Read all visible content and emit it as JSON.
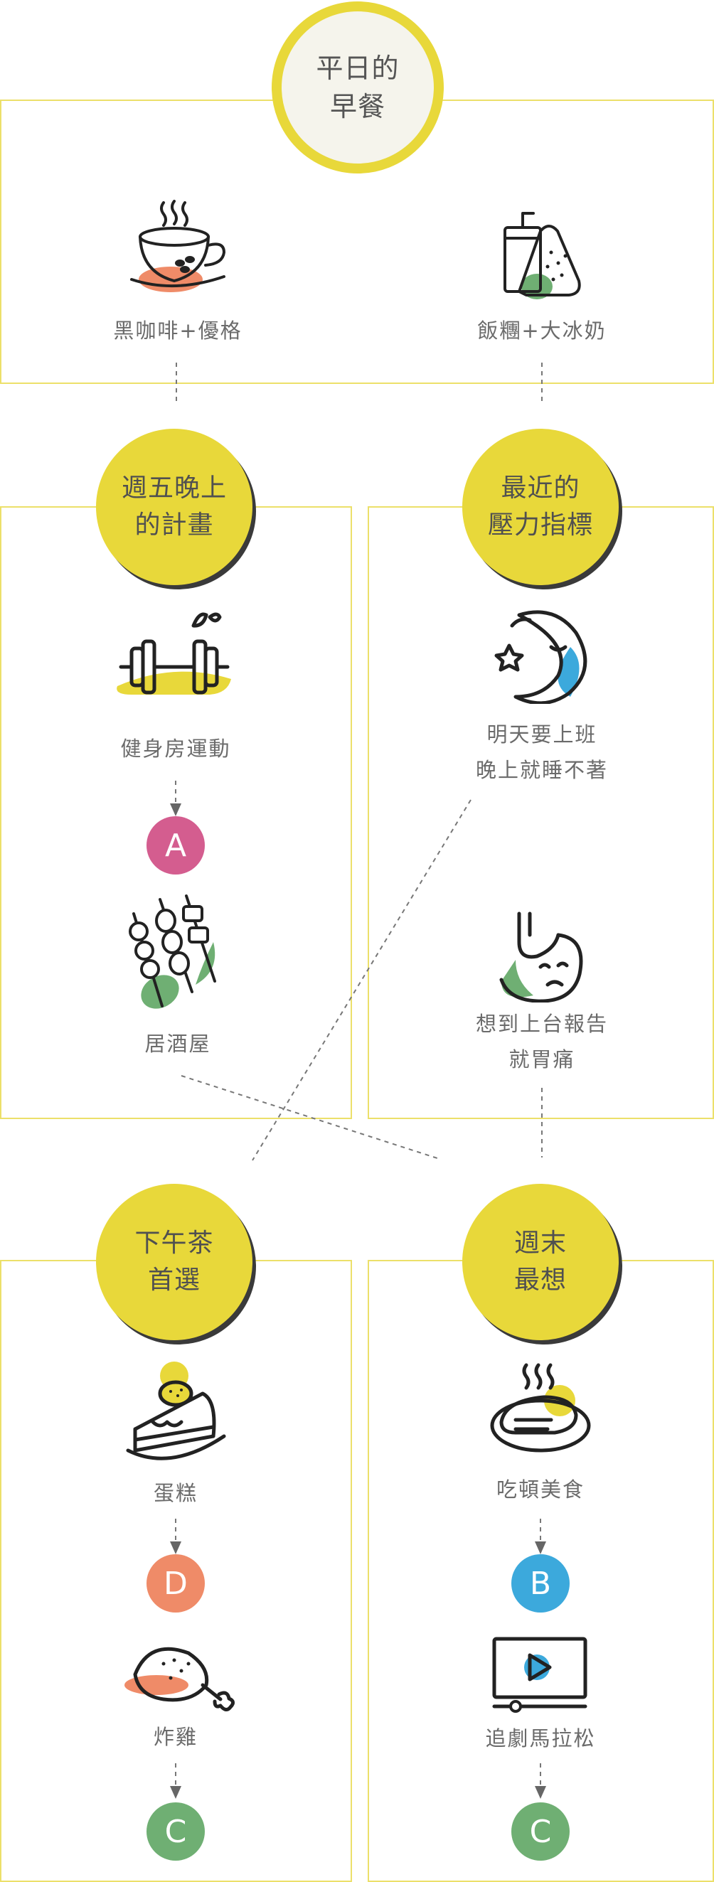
{
  "sections": {
    "weekday_breakfast": {
      "title_line1": "平日的",
      "title_line2": "早餐",
      "left_item": "黑咖啡+優格",
      "right_item": "飯糰+大冰奶"
    },
    "friday_night": {
      "title_line1": "週五晚上",
      "title_line2": "的計畫",
      "item1": "健身房運動",
      "letter": "A",
      "item2": "居酒屋"
    },
    "stress": {
      "title_line1": "最近的",
      "title_line2": "壓力指標",
      "item1_line1": "明天要上班",
      "item1_line2": "晚上就睡不著",
      "item2_line1": "想到上台報告",
      "item2_line2": "就胃痛"
    },
    "afternoon_tea": {
      "title_line1": "下午茶",
      "title_line2": "首選",
      "item1": "蛋糕",
      "letter1": "D",
      "item2": "炸雞",
      "letter2": "C"
    },
    "weekend": {
      "title_line1": "週末",
      "title_line2": "最想",
      "item1": "吃頓美食",
      "letter1": "B",
      "item2": "追劇馬拉松",
      "letter2": "C"
    }
  },
  "colors": {
    "yellow": "#e8d83a",
    "pink": "#d45d8f",
    "orange": "#ef8b68",
    "blue": "#3ca9dc",
    "green": "#6faf73"
  },
  "icons": [
    "coffee-cup-icon",
    "rice-ball-milk-tea-icon",
    "dumbbell-icon",
    "skewers-icon",
    "moon-sleep-icon",
    "stomach-icon",
    "cake-icon",
    "fried-chicken-icon",
    "steak-icon",
    "video-player-icon"
  ]
}
